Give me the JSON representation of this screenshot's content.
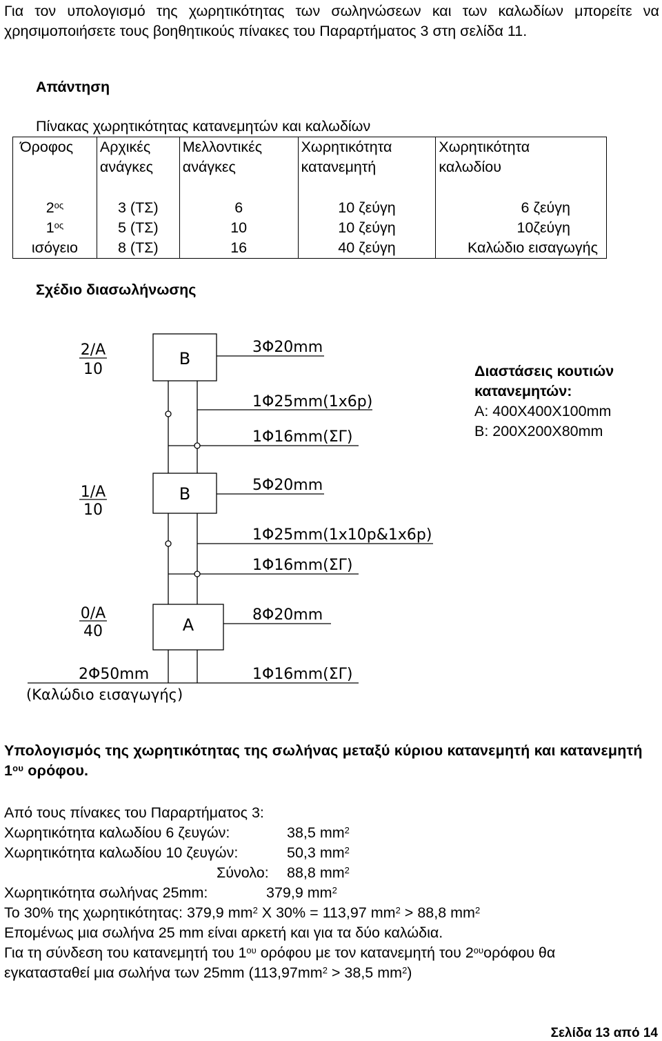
{
  "intro": "Για τον υπολογισμό της χωρητικότητας των σωληνώσεων και των καλωδίων μπορείτε να χρησιμοποιήσετε τους βοηθητικούς πίνακες του Παραρτήματος 3 στη σελίδα 11.",
  "answer_heading": "Απάντηση",
  "table_title": "Πίνακας χωρητικότητας κατανεμητών και καλωδίων",
  "table": {
    "headers": [
      [
        "Όροφος",
        ""
      ],
      [
        "Αρχικές",
        "ανάγκες"
      ],
      [
        "Μελλοντικές",
        "ανάγκες"
      ],
      [
        "Χωρητικότητα",
        "κατανεμητή"
      ],
      [
        "Χωρητικότητα",
        "καλωδίου"
      ]
    ],
    "rows": [
      {
        "floor": "2",
        "sup": "ος",
        "initial": "3  (ΤΣ)",
        "future": "6",
        "dist": "10 ζεύγη",
        "cable": "6 ζεύγη"
      },
      {
        "floor": "1",
        "sup": "ος",
        "initial": "5  (ΤΣ)",
        "future": "10",
        "dist": "10 ζεύγη",
        "cable": "10ζεύγη"
      },
      {
        "floor": "ισόγειο",
        "sup": "",
        "initial": "8  (ΤΣ)",
        "future": "16",
        "dist": "40 ζεύγη",
        "cable": "Καλώδιο εισαγωγής"
      }
    ]
  },
  "plan_heading": "Σχέδιο διασωλήνωσης",
  "diagram": {
    "floors": [
      {
        "label_top": "2/Α",
        "label_bottom": "10",
        "box": "Β",
        "pipe1": "3Φ20mm",
        "pipe2": "1Φ25mm(1x6p)",
        "pipe3": "1Φ16mm(ΣΓ)"
      },
      {
        "label_top": "1/Α",
        "label_bottom": "10",
        "box": "Β",
        "pipe1": "5Φ20mm",
        "pipe2": "1Φ25mm(1x10p&1x6p)",
        "pipe3": "1Φ16mm(ΣΓ)"
      },
      {
        "label_top": "0/Α",
        "label_bottom": "40",
        "box": "Α",
        "pipe1": "8Φ20mm",
        "pipe2": "",
        "pipe3": "1Φ16mm(ΣΓ)"
      }
    ],
    "entry_pipe": "2Φ50mm",
    "entry_note": "(Καλώδιο εισαγωγής)"
  },
  "dimensions": {
    "title1": "Διαστάσεις κουτιών",
    "title2": "κατανεμητών:",
    "a": "Α: 400Χ400Χ100mm",
    "b": "Β: 200Χ200Χ80mm"
  },
  "calc_title": {
    "pre": "Υπολογισμός της χωρητικότητας της σωλήνας μεταξύ κύριου κατανεμητή και κατανεμητή 1",
    "sup": "ου",
    "post": " ορόφου."
  },
  "calc": {
    "line1": "Από τους πίνακες του Παραρτήματος 3:",
    "line2_label": "Χωρητικότητα καλωδίου 6 ζευγών:",
    "line2_value": "38,5  mm",
    "line3_label": "Χωρητικότητα καλωδίου 10 ζευγών:",
    "line3_value": "50,3  mm",
    "line4_label": "Σύνολο:",
    "line4_value": "88,8  mm",
    "line5_label": "Χωρητικότητα σωλήνας 25mm:",
    "line5_value": "379,9 mm",
    "line6_a": "Το 30% της χωρητικότητας: 379,9 mm",
    "line6_b": " Χ 30% = 113,97 mm",
    "line6_c": " > 88,8 mm",
    "line7": "Επομένως μια σωλήνα 25 mm είναι αρκετή και για τα δύο καλώδια.",
    "line8_a": "Για τη σύνδεση του κατανεμητή του 1",
    "line8_b": " ορόφου με τον κατανεμητή του 2",
    "line8_c": "ορόφου θα",
    "line9_a": "εγκατασταθεί μια σωλήνα των 25mm (113,97mm",
    "line9_b": " > 38,5  mm",
    "line9_c": ")",
    "sq": "2",
    "ou": "ου"
  },
  "footer": "Σελίδα 13 από 14"
}
